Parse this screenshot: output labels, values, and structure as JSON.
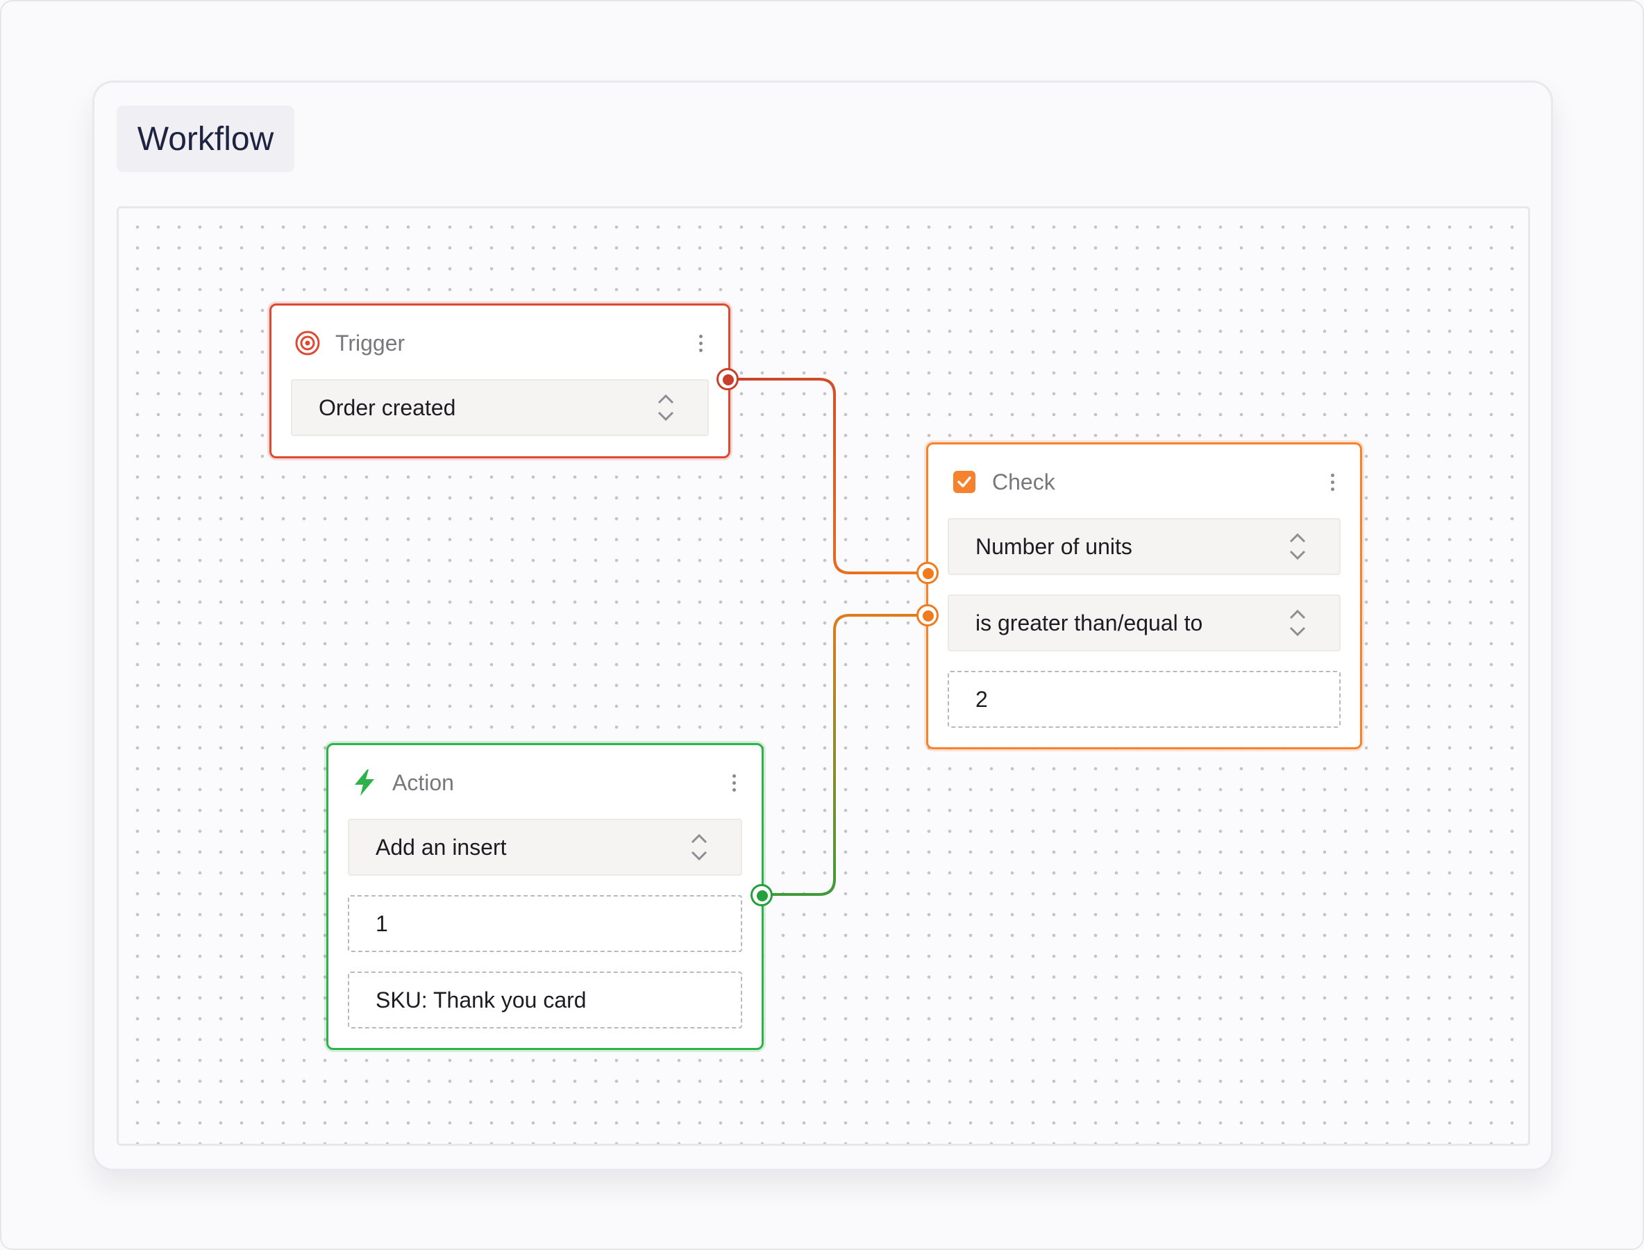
{
  "header": {
    "title": "Workflow"
  },
  "colors": {
    "trigger": "#dc4a32",
    "check": "#f4822e",
    "action": "#2fb24a",
    "wire_trigger_check": "#dd5a22",
    "wire_check_action_top": "#e07b1a",
    "wire_check_action_bottom": "#3f9a3a"
  },
  "nodes": {
    "trigger": {
      "label": "Trigger",
      "icon": "target-icon",
      "event_select": "Order created"
    },
    "check": {
      "label": "Check",
      "icon": "checkbox-checked-icon",
      "field_select": "Number of units",
      "operator_select": "is greater than/equal to",
      "value_input": "2"
    },
    "action": {
      "label": "Action",
      "icon": "lightning-bolt-icon",
      "action_select": "Add an insert",
      "quantity_input": "1",
      "sku_input": "SKU: Thank you card"
    }
  }
}
